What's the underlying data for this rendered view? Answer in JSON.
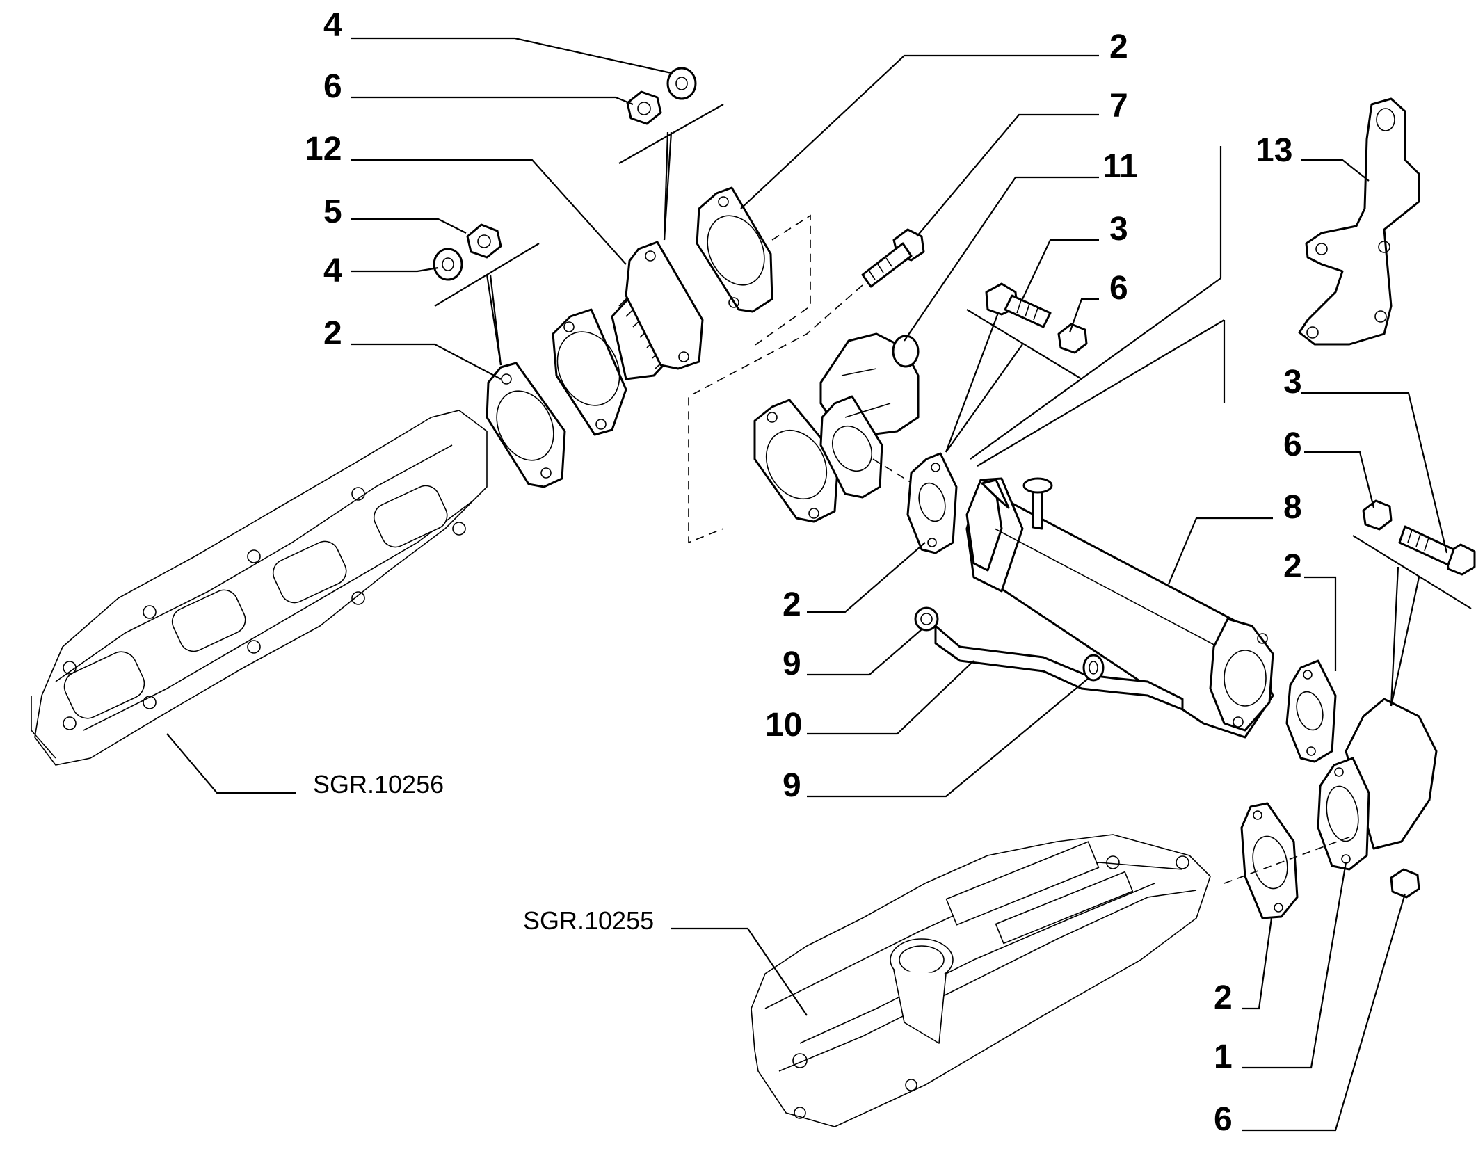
{
  "labels": {
    "c_4a": "4",
    "c_6a": "6",
    "c_12": "12",
    "c_5": "5",
    "c_4b": "4",
    "c_2a": "2",
    "c_2b": "2",
    "c_7": "7",
    "c_11": "11",
    "c_3a": "3",
    "c_6b": "6",
    "c_13": "13",
    "c_3b": "3",
    "c_6c": "6",
    "c_8": "8",
    "c_2c": "2",
    "c_2d": "2",
    "c_9a": "9",
    "c_10": "10",
    "c_9b": "9",
    "c_2e": "2",
    "c_1": "1",
    "c_6d": "6"
  },
  "references": {
    "exhaust_manifold": "SGR.10256",
    "intake_manifold": "SGR.10255"
  }
}
